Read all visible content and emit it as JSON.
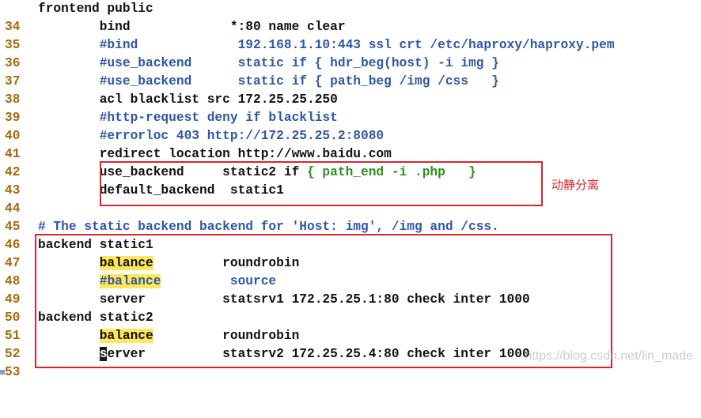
{
  "colors": {
    "line_number": "#a76a08",
    "comment": "#2f57a6",
    "string_green": "#2f8f1f",
    "search_highlight": "#ffe75a",
    "annotation_box": "#d8262e"
  },
  "lines": [
    {
      "num": "34",
      "text": "frontend public"
    },
    {
      "num": "35",
      "text": "        bind             *:80 name clear"
    },
    {
      "num": "36",
      "text": "        #bind             192.168.1.10:443 ssl crt /etc/haproxy/haproxy.pem"
    },
    {
      "num": "37",
      "text": "        #use_backend      static if { hdr_beg(host) -i img }"
    },
    {
      "num": "38",
      "text": "        #use_backend      static if { path_beg /img /css   }"
    },
    {
      "num": "39",
      "text": "        acl blacklist src 172.25.25.250"
    },
    {
      "num": "40",
      "text": "        #http-request deny if blacklist"
    },
    {
      "num": "41",
      "text": "        #errorloc 403 http://172.25.25.2:8080"
    },
    {
      "num": "42",
      "text": "        redirect location http://www.baidu.com"
    },
    {
      "num": "43",
      "pre": "        use_backend     static2 if ",
      "green": "{ path_end -i .php   }"
    },
    {
      "num": "44",
      "text": "        default_backend  static1"
    },
    {
      "num": "45",
      "text": ""
    },
    {
      "num": "46",
      "text": "# The static backend backend for 'Host: img', /img and /css."
    },
    {
      "num": "47",
      "text": "backend static1"
    },
    {
      "num": "48",
      "lead": "        ",
      "hl": "balance",
      "rest": "         roundrobin"
    },
    {
      "num": "49",
      "lead": "        ",
      "cm": "#",
      "hl": "balance",
      "rest": "         source"
    },
    {
      "num": "50",
      "text": "        server          statsrv1 172.25.25.1:80 check inter 1000"
    },
    {
      "num": "51",
      "text": "backend static2"
    },
    {
      "num": "52",
      "lead": "        ",
      "hl": "balance",
      "rest": "         roundrobin"
    },
    {
      "num": "53",
      "lead": "        ",
      "cur": "s",
      "rest": "erver          statsrv2 172.25.25.4:80 check inter 1000"
    }
  ],
  "annotation": "动静分离",
  "watermark": "https://blog.csdn.net/lin_made"
}
